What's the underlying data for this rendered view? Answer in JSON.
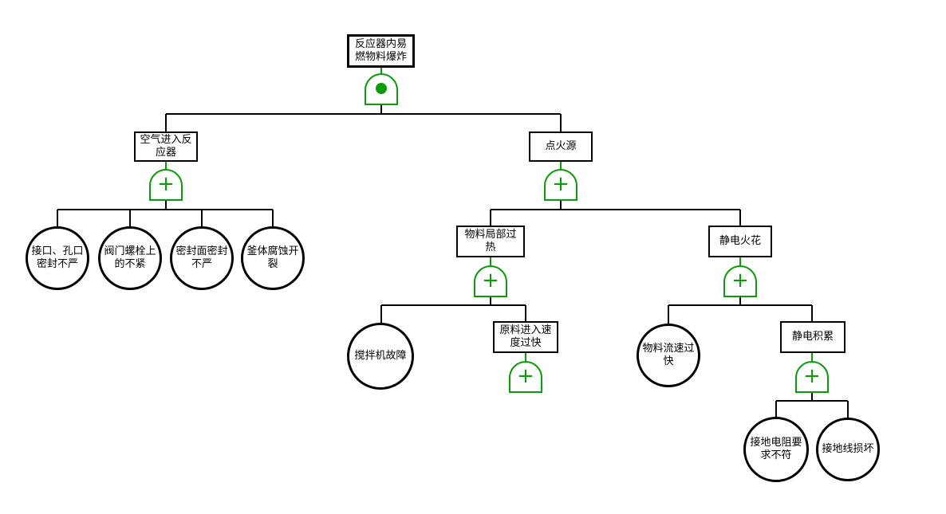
{
  "diagram": {
    "type": "fault-tree",
    "colors": {
      "gate_green": "#0a9a0a",
      "line_black": "#000000",
      "background": "#ffffff"
    },
    "gate_symbols": {
      "or": "+",
      "and_dot": "●"
    },
    "nodes": {
      "top_event": {
        "label": "反应器内易燃物料爆炸",
        "shape": "rect"
      },
      "air_in": {
        "label": "空气进入反应器",
        "shape": "rect"
      },
      "ignition": {
        "label": "点火源",
        "shape": "rect"
      },
      "port_seal": {
        "label": "接口、孔口密封不严",
        "shape": "circle"
      },
      "valve_bolt": {
        "label": "阀门螺栓上的不紧",
        "shape": "circle"
      },
      "seal_face": {
        "label": "密封面密封不严",
        "shape": "circle"
      },
      "vessel_crack": {
        "label": "釜体腐蚀开裂",
        "shape": "circle"
      },
      "local_overheat": {
        "label": "物料局部过热",
        "shape": "rect"
      },
      "static_spark": {
        "label": "静电火花",
        "shape": "rect"
      },
      "agitator_fail": {
        "label": "搅拌机故障",
        "shape": "circle"
      },
      "feed_too_fast": {
        "label": "原料进入速度过快",
        "shape": "rect"
      },
      "flow_too_fast": {
        "label": "物料流速过快",
        "shape": "circle"
      },
      "static_accum": {
        "label": "静电积累",
        "shape": "rect"
      },
      "ground_resist": {
        "label": "接地电阻要求不符",
        "shape": "circle"
      },
      "ground_wire": {
        "label": "接地线损坏",
        "shape": "circle"
      }
    }
  }
}
